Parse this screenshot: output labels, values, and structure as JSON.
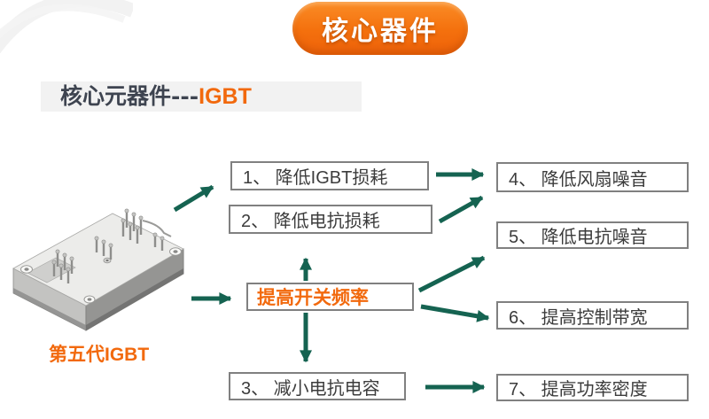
{
  "slide": {
    "banner_label": "核心器件",
    "section_title": {
      "text": "核心元器件---",
      "accent": "IGBT"
    },
    "device_caption": "第五代IGBT"
  },
  "diagram": {
    "center_node": "提高开关频率",
    "nodes": {
      "n1": "1、 降低IGBT损耗",
      "n2": "2、 降低电抗损耗",
      "n3": "3、 减小电抗电容",
      "n4": "4、 降低风扇噪音",
      "n5": "5、 降低电抗噪音",
      "n6": "6、 提高控制带宽",
      "n7": "7、 提高功率密度"
    },
    "connections": [
      "igbt-image -> node1",
      "igbt-image -> center",
      "node1 -> node4",
      "node2 -> node4",
      "center -> node2 (up)",
      "center -> node5",
      "center -> node6",
      "center -> node3 (down)",
      "node3 -> node7"
    ]
  },
  "colors": {
    "accent_orange": "#F2690D",
    "banner_orange": "#F4700D",
    "arrow_green": "#156351",
    "box_border": "#808080",
    "box_text": "#3C3C3C",
    "title_text": "#3E4450",
    "title_bar_bg": "#F2F2F2"
  }
}
